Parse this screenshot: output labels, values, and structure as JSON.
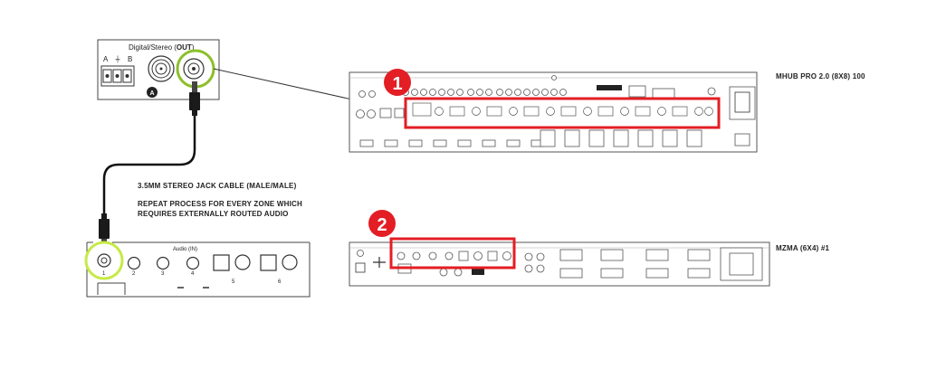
{
  "connector_box": {
    "title_prefix": "Digital/Stereo (",
    "title_out": "OUT",
    "title_suffix": ")",
    "terminal_labels": [
      "A",
      "⏚",
      "B"
    ],
    "badge": "A"
  },
  "cable": {
    "title": "3.5MM STEREO JACK CABLE (MALE/MALE)",
    "note_line1": "REPEAT PROCESS FOR EVERY ZONE WHICH",
    "note_line2": "REQUIRES EXTERNALLY ROUTED AUDIO"
  },
  "mzma_zoom": {
    "audio_label": "Audio (IN)",
    "port_numbers": [
      "1",
      "2",
      "3",
      "4",
      "5",
      "6"
    ]
  },
  "mhub": {
    "device_label": "MHUB PRO 2.0 (8X8) 100",
    "callout": "1"
  },
  "mzma": {
    "device_label": "MZMA (6X4) #1",
    "callout": "2"
  },
  "colors": {
    "highlight_green": "#8cbf2a",
    "callout_red": "#e31e24",
    "line": "#333333"
  }
}
